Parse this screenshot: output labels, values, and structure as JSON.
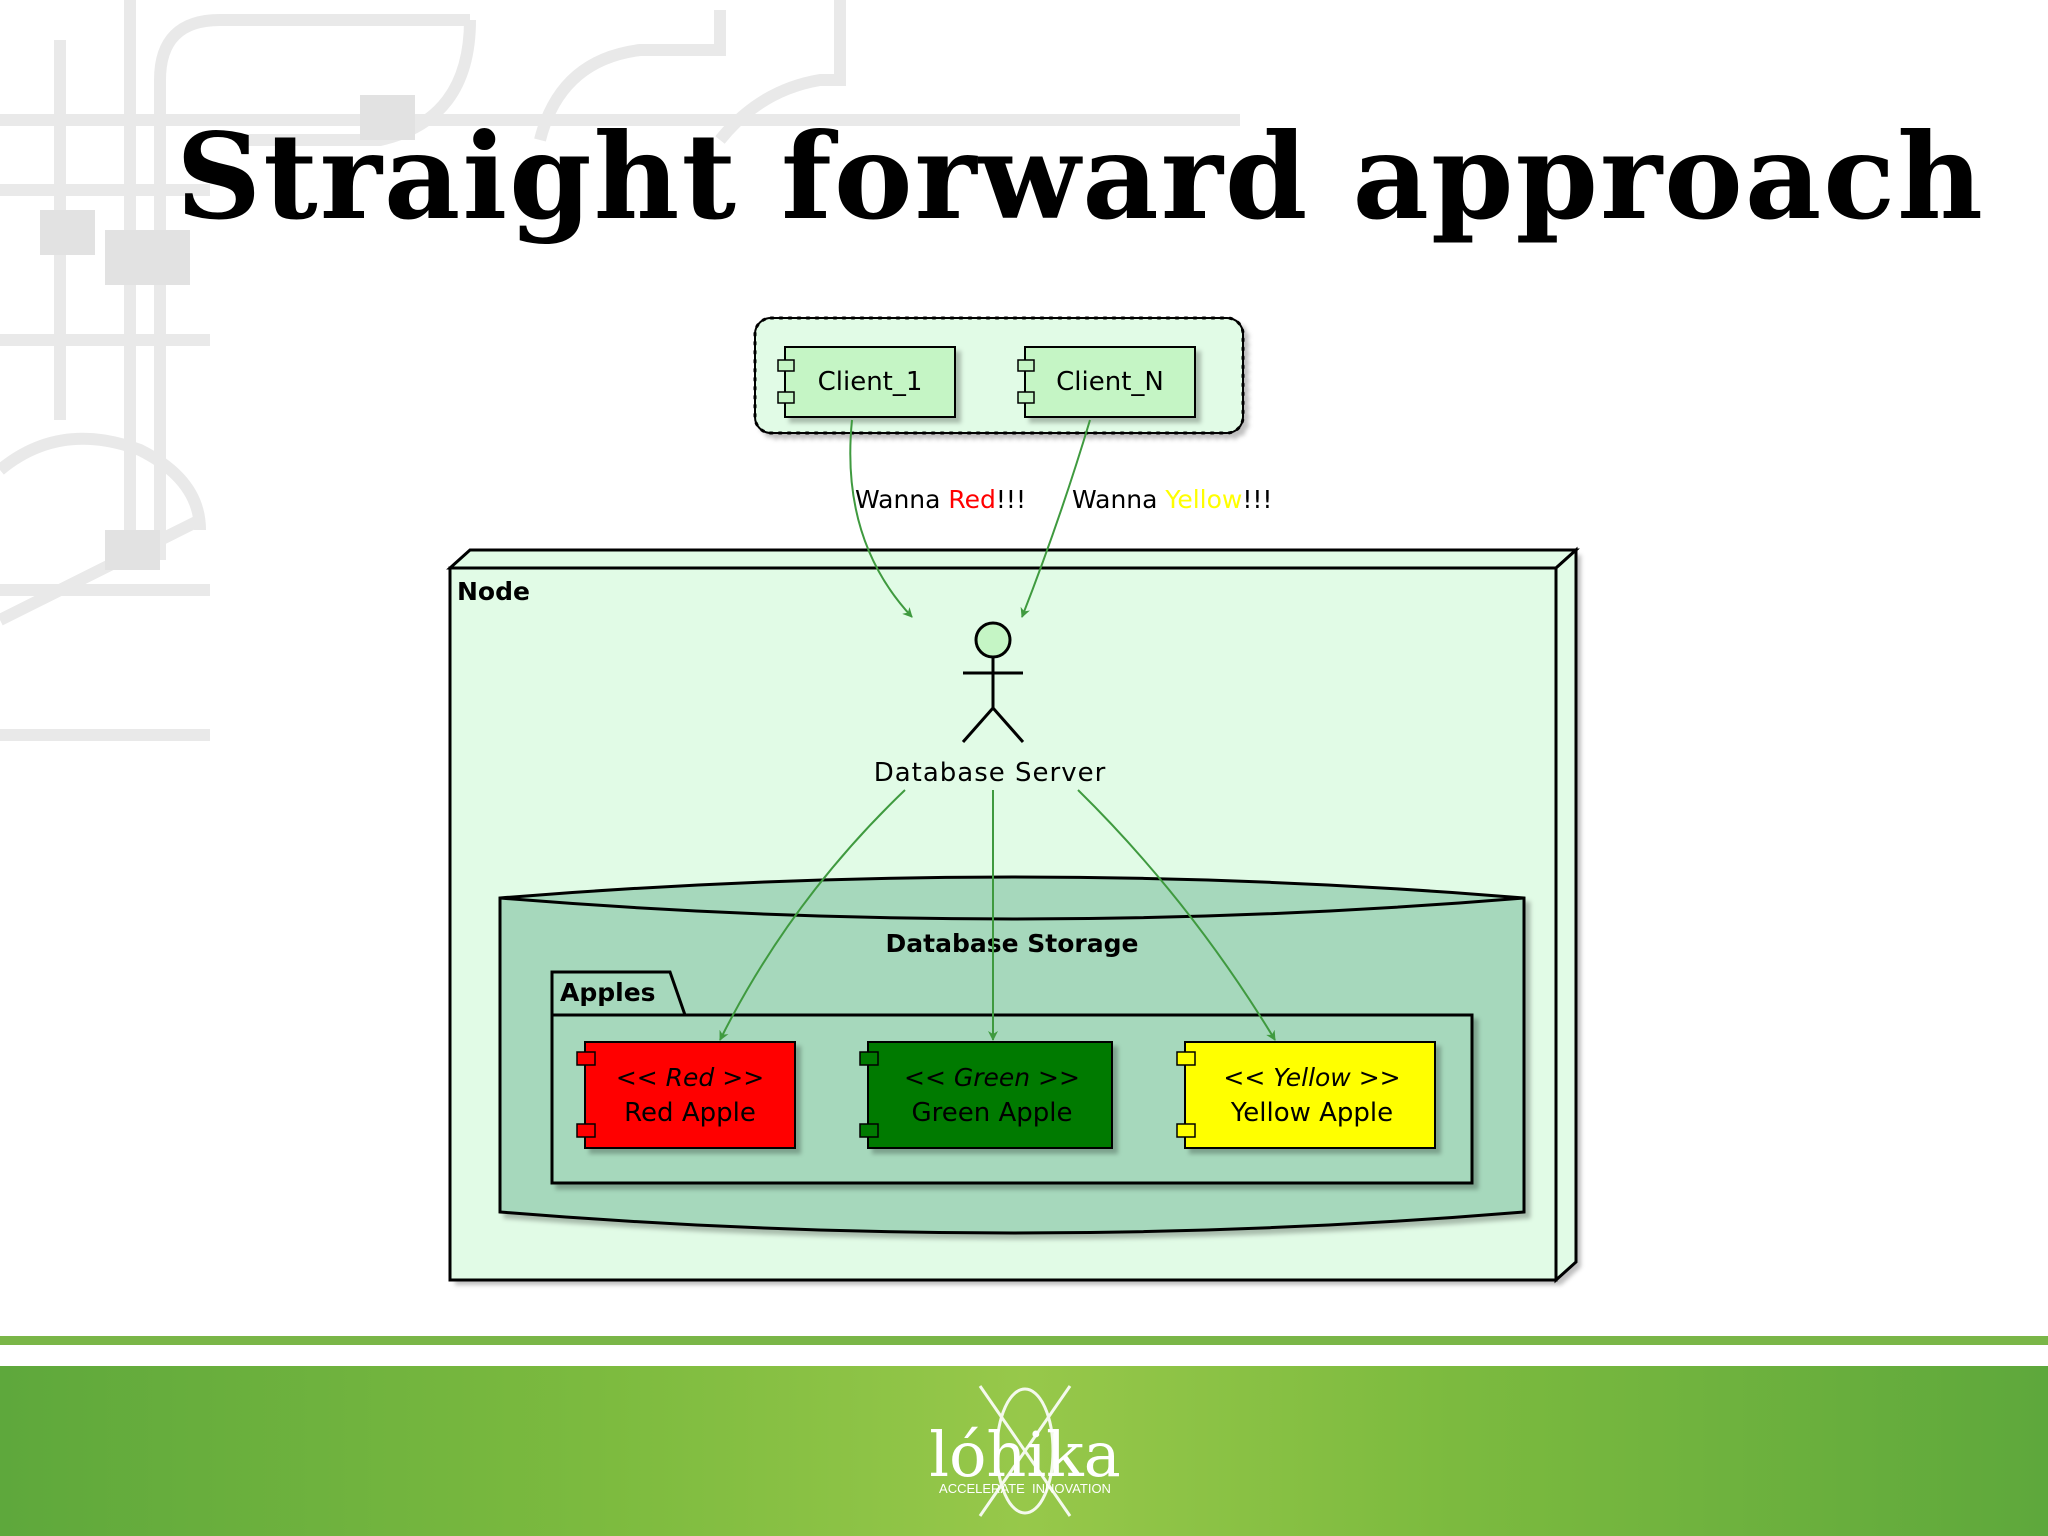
{
  "slide": {
    "title": "Straight forward approach"
  },
  "diagram": {
    "clients": [
      "Client_1",
      "Client_N"
    ],
    "requests": [
      {
        "prefix": "Wanna ",
        "color_word": "Red",
        "suffix": "!!!",
        "color": "#ff0000"
      },
      {
        "prefix": "Wanna ",
        "color_word": "Yellow",
        "suffix": "!!!",
        "color": "#ffff00"
      }
    ],
    "node_label": "Node",
    "actor_label": "Database Server",
    "storage_label": "Database Storage",
    "package_label": "Apples",
    "components": [
      {
        "stereotype": "<< Red >>",
        "name": "Red Apple",
        "fill": "#ff0000",
        "text_color": "#000000"
      },
      {
        "stereotype": "<< Green >>",
        "name": "Green Apple",
        "fill": "#007a00",
        "text_color": "#000000"
      },
      {
        "stereotype": "<< Yellow >>",
        "name": "Yellow Apple",
        "fill": "#ffff00",
        "text_color": "#000000"
      }
    ],
    "colors": {
      "node_fill": "#e1fbe6",
      "client_fill": "#c5f5c5",
      "storage_fill": "#a6d8bc",
      "arrow": "#3f9a3f",
      "actor_head": "#c5f5c5"
    }
  },
  "footer": {
    "logo_text": "lóhika",
    "logo_tagline": "ACCELERATE  INNOVATION",
    "accent": "#7ab648"
  }
}
